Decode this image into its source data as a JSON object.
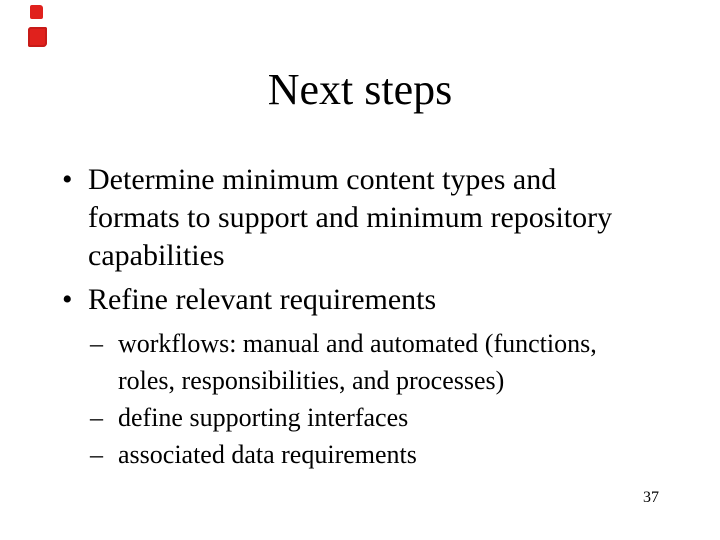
{
  "slide": {
    "title": "Next steps",
    "page_number": "37",
    "bullet_glyph": "•",
    "sub_bullet_glyph": "–",
    "bullets": [
      {
        "label": "Determine minimum content types and\nformats to support and minimum repository\ncapabilities"
      },
      {
        "label": "Refine relevant requirements",
        "sub_items": [
          "workflows: manual and automated (functions,\nroles, responsibilities, and processes)",
          "define supporting interfaces",
          "associated data requirements"
        ]
      }
    ],
    "colors": {
      "text": "#000000",
      "background": "#ffffff",
      "corner_mark": "#e0211d"
    }
  }
}
